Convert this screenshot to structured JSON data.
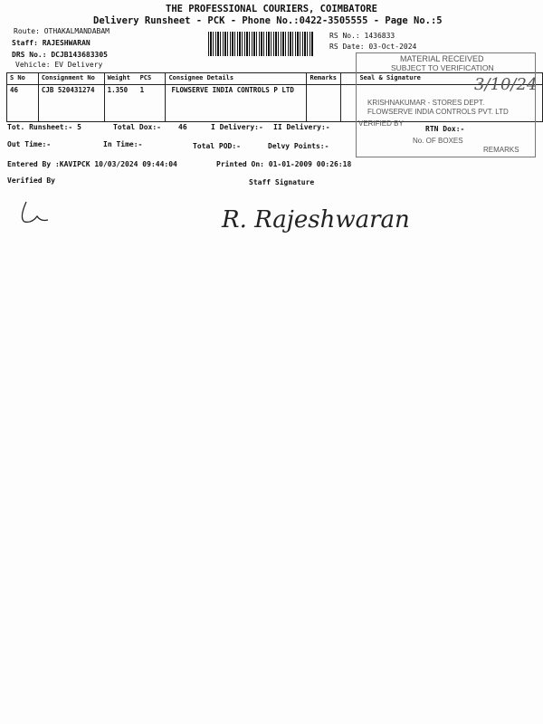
{
  "header": {
    "company": "THE PROFESSIONAL COURIERS, COIMBATORE",
    "subtitle": "Delivery Runsheet - PCK - Phone No.:0422-3505555 - Page No.:5",
    "route": "Route: OTHAKALMANDABAM",
    "staff": "Staff: RAJESHWARAN",
    "drs": "DRS No.: DCJB143683305",
    "vehicle": "Vehicle: EV Delivery",
    "rs_no": "RS No.: 1436833",
    "rs_date": "RS Date: 03-Oct-2024"
  },
  "table": {
    "columns": [
      "S No",
      "Consignment No",
      "Weight",
      "PCS",
      "Consignee Details",
      "Remarks",
      "Seal & Signature"
    ],
    "rows": [
      {
        "sno": "46",
        "consignment": "CJB 520431274",
        "weight": "1.350",
        "pcs": "1",
        "consignee": "FLOWSERVE INDIA CONTROLS P LTD",
        "remarks": ""
      }
    ]
  },
  "summary": {
    "tot_runsheet": "Tot. Runsheet:- 5",
    "total_dox": "Total Dox:-",
    "total_dox_value": "46",
    "i_delivery": "I Delivery:-",
    "ii_delivery": "II Delivery:-",
    "rtn_dox": "RTN Dox:-",
    "out_time": "Out Time:-",
    "in_time": "In Time:-",
    "total_pod": "Total POD:-",
    "delvy_points": "Delvy Points:-",
    "entered_by": "Entered By :KAVIPCK 10/03/2024 09:44:04",
    "printed_on": "Printed On: 01-01-2009 00:26:18",
    "verified_by": "Verified By",
    "staff_signature": "Staff Signature"
  },
  "stamp": {
    "line1": "MATERIAL RECEIVED",
    "line2": "SUBJECT TO VERIFICATION",
    "name": "KRISHNAKUMAR - STORES DEPT.",
    "company": "FLOWSERVE INDIA CONTROLS PVT. LTD",
    "verified": "VERIFIED BY",
    "boxes": "No. OF BOXES",
    "remarks": "REMARKS",
    "date": "3/10/24"
  },
  "handwriting": {
    "staff_sign": "R. Rajeshwaran"
  }
}
